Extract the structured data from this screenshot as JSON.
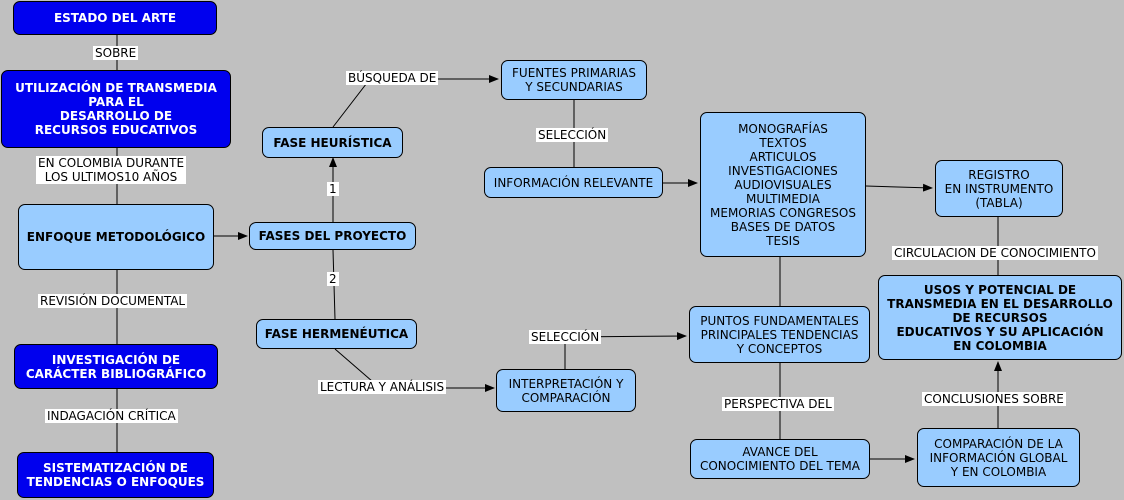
{
  "nodes": {
    "estado": [
      "ESTADO DEL ARTE"
    ],
    "utilizacion": [
      "UTILIZACIÓN DE TRANSMEDIA",
      "PARA EL",
      "DESARROLLO DE",
      "RECURSOS EDUCATIVOS"
    ],
    "enfoque": [
      "ENFOQUE METODOLÓGICO"
    ],
    "investigacion": [
      "INVESTIGACIÓN DE",
      "CARÁCTER BIBLIOGRÁFICO"
    ],
    "sistematizacion": [
      "SISTEMATIZACIÓN DE",
      "TENDENCIAS O ENFOQUES"
    ],
    "fases": [
      "FASES DEL PROYECTO"
    ],
    "heuristica": [
      "FASE HEURÍSTICA"
    ],
    "hermeneutica": [
      "FASE HERMENÉUTICA"
    ],
    "fuentes": [
      "FUENTES PRIMARIAS",
      "Y SECUNDARIAS"
    ],
    "info_relevante": [
      "INFORMACIÓN RELEVANTE"
    ],
    "interpretacion": [
      "INTERPRETACIÓN Y",
      "COMPARACIÓN"
    ],
    "monografias": [
      "MONOGRAFÍAS",
      "TEXTOS",
      "ARTICULOS",
      "INVESTIGACIONES",
      "AUDIOVISUALES",
      "MULTIMEDIA",
      "MEMORIAS CONGRESOS",
      "BASES DE DATOS",
      "TESIS"
    ],
    "puntos": [
      "PUNTOS FUNDAMENTALES",
      "PRINCIPALES TENDENCIAS",
      "Y CONCEPTOS"
    ],
    "avance": [
      "AVANCE DEL",
      "CONOCIMIENTO DEL TEMA"
    ],
    "registro": [
      "REGISTRO",
      "EN INSTRUMENTO",
      "(TABLA)"
    ],
    "usos": [
      "USOS Y POTENCIAL DE",
      "TRANSMEDIA EN EL DESARROLLO",
      "DE RECURSOS",
      "EDUCATIVOS Y SU APLICACIÓN",
      "EN COLOMBIA"
    ],
    "comparacion": [
      "COMPARACIÓN DE LA",
      "INFORMACIÓN GLOBAL",
      "Y EN COLOMBIA"
    ]
  },
  "labels": {
    "sobre": [
      "SOBRE"
    ],
    "colombia": [
      "EN COLOMBIA DURANTE",
      "LOS ULTIMOS10 AÑOS"
    ],
    "revision": [
      "REVISIÓN DOCUMENTAL"
    ],
    "indagacion": [
      "INDAGACIÓN CRÍTICA"
    ],
    "uno": [
      "1"
    ],
    "dos": [
      "2"
    ],
    "busqueda": [
      "BÚSQUEDA DE"
    ],
    "seleccion1": [
      "SELECCIÓN"
    ],
    "seleccion2": [
      "SELECCIÓN"
    ],
    "lectura": [
      "LECTURA Y ANÁLISIS"
    ],
    "perspectiva": [
      "PERSPECTIVA DEL"
    ],
    "circulacion": [
      "CIRCULACION DE CONOCIMIENTO"
    ],
    "conclusiones": [
      "CONCLUSIONES SOBRE"
    ]
  },
  "colors": {
    "dark_node": "#0000ee",
    "light_node": "#99ccff",
    "background": "#c0c0c0"
  }
}
